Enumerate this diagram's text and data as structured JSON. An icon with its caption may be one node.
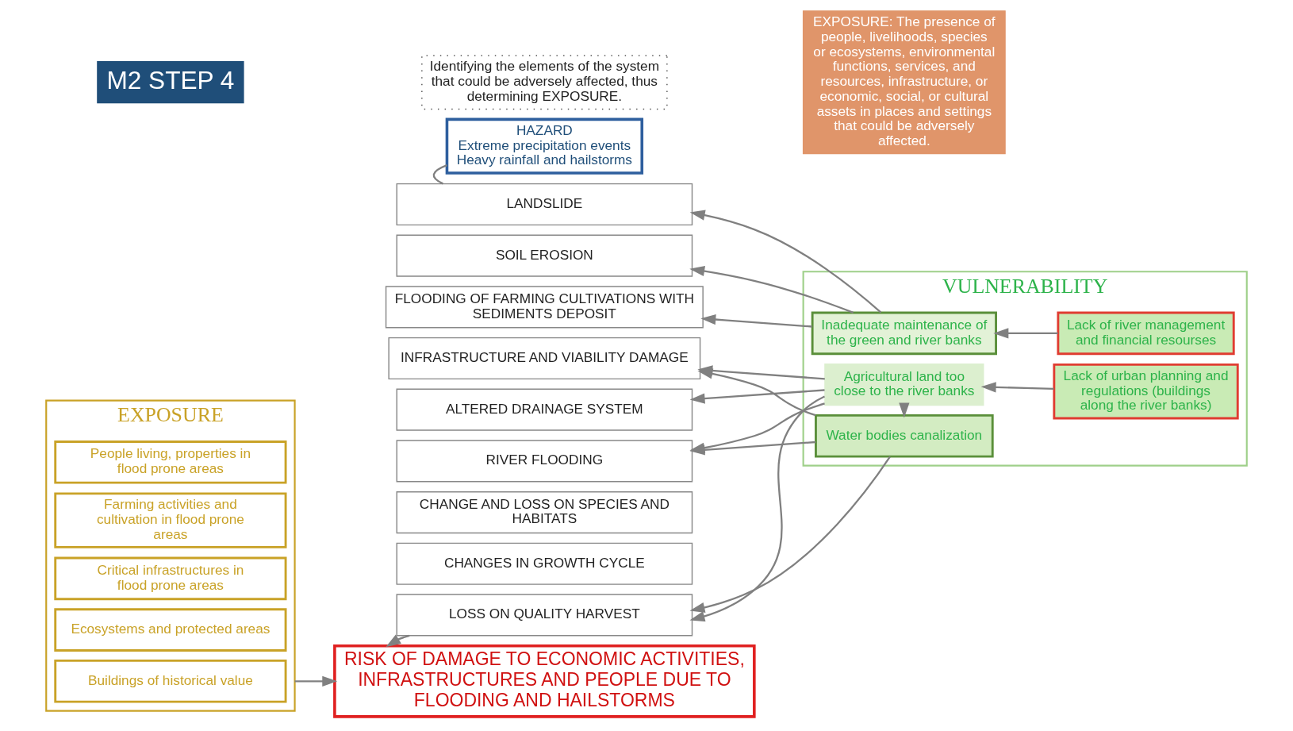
{
  "diagram": {
    "nodes": [
      {
        "text": [
          "M2 STEP 4"
        ]
      },
      {
        "text": [
          "Identifying the elements of the system that could be adversely affected, thus determining EXPOSURE."
        ]
      },
      {
        "text": [
          "HAZARD",
          "Extreme precipitation events",
          "Heavy rainfall and hailstorms"
        ]
      },
      {
        "text": [
          "EXPOSURE"
        ]
      },
      {
        "text": [
          "People living, properties in flood prone areas"
        ],
        "in": 3
      },
      {
        "text": [
          "Farming activities and cultivation in flood prone areas"
        ],
        "in": 3
      },
      {
        "text": [
          "Critical infrastructures in flood prone areas"
        ],
        "in": 3
      },
      {
        "text": [
          "Ecosystems and protected areas"
        ],
        "in": 3
      },
      {
        "text": [
          "Buildings of historical value"
        ],
        "in": 3
      },
      {
        "text": [
          "EXPOSURE: The presence of people, livelihoods, species or ecosystems, environmental functions, services, and resources, infrastructure, or economic, social, or cultural assets in places and settings that could be adversely affected."
        ]
      },
      {
        "text": [
          "LANDSLIDE"
        ]
      },
      {
        "text": [
          "SOIL EROSION"
        ]
      },
      {
        "text": [
          "FLOODING OF FARMING CULTIVATIONS WITH SEDIMENTS DEPOSIT"
        ]
      },
      {
        "text": [
          "INFRASTRUCTURE AND VIABILITY DAMAGE"
        ]
      },
      {
        "text": [
          "ALTERED DRAINAGE SYSTEM"
        ]
      },
      {
        "text": [
          "RIVER FLOODING"
        ]
      },
      {
        "text": [
          "CHANGE AND LOSS ON SPECIES AND HABITATS"
        ]
      },
      {
        "text": [
          "CHANGES IN GROWTH CYCLE"
        ]
      },
      {
        "text": [
          "LOSS ON QUALITY HARVEST"
        ]
      },
      {
        "text": [
          "VULNERABILITY"
        ]
      },
      {
        "text": [
          "Inadequate maintenance of the green and river banks"
        ],
        "in": 19
      },
      {
        "text": [
          "Lack of river management and financial resourses"
        ],
        "in": 19
      },
      {
        "text": [
          "Agricultural land too close to the river banks"
        ],
        "in": 19
      },
      {
        "text": [
          "Lack of urban planning and regulations (buildings along the river banks)"
        ],
        "in": 19
      },
      {
        "text": [
          "Water bodies canalization"
        ],
        "in": 19
      },
      {
        "text": [
          "RISK OF DAMAGE TO ECONOMIC ACTIVITIES, INFRASTRUCTURES AND PEOPLE DUE TO FLOODING AND HAILSTORMS"
        ]
      }
    ],
    "edges": [
      {
        "from": 2,
        "to": 10,
        "arrow": "none"
      },
      {
        "from": 18,
        "to": 25,
        "arrow": "to"
      },
      {
        "from": 3,
        "to": 25,
        "arrow": "to"
      },
      {
        "from": 21,
        "to": 20,
        "arrow": "to"
      },
      {
        "from": 20,
        "to": 10,
        "arrow": "to"
      },
      {
        "from": 20,
        "to": 11,
        "arrow": "to"
      },
      {
        "from": 20,
        "to": 12,
        "arrow": "to"
      },
      {
        "from": 23,
        "to": 22,
        "arrow": "to"
      },
      {
        "from": 22,
        "to": 14,
        "arrow": "to"
      },
      {
        "from": 22,
        "to": 24,
        "arrow": "to"
      },
      {
        "from": 22,
        "to": 13,
        "arrow": "to"
      },
      {
        "from": 22,
        "to": 15,
        "arrow": "to"
      },
      {
        "from": 22,
        "to": 18,
        "arrow": "to"
      },
      {
        "from": 24,
        "to": 13,
        "arrow": "to"
      },
      {
        "from": 24,
        "to": 15,
        "arrow": "to"
      },
      {
        "from": 24,
        "to": 18,
        "arrow": "to"
      }
    ]
  }
}
